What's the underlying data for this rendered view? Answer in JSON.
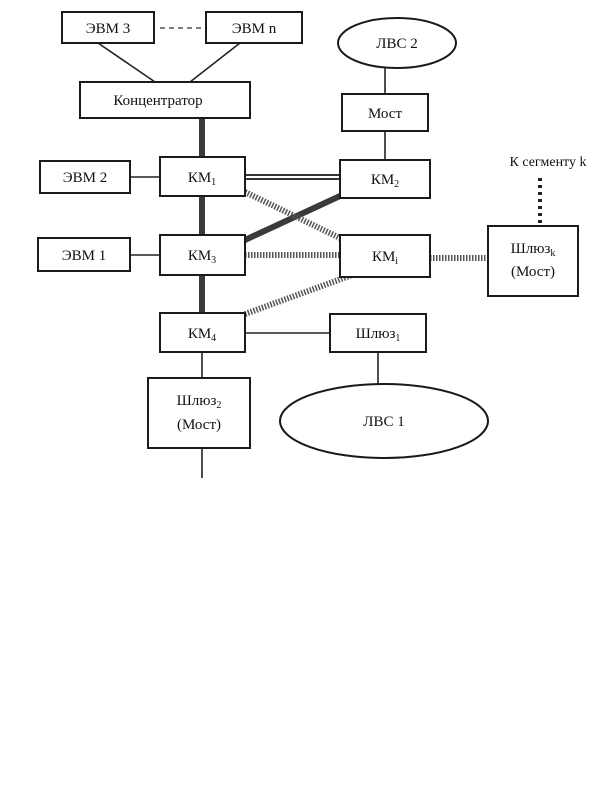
{
  "nodes": {
    "evm3": "ЭВМ 3",
    "evmn": "ЭВМ n",
    "lvs2": "ЛВС 2",
    "hub": "Концентратор",
    "most": "Мост",
    "k_segment": "К сегменту k",
    "evm2": "ЭВМ 2",
    "km1": {
      "base": "КМ",
      "sub": "1"
    },
    "km2": {
      "base": "КМ",
      "sub": "2"
    },
    "evm1": "ЭВМ 1",
    "km3": {
      "base": "КМ",
      "sub": "3"
    },
    "kmi": {
      "base": "КМ",
      "sub": "i"
    },
    "gwk": {
      "base": "Шлюз",
      "sub": "k",
      "line2": "(Мост)"
    },
    "km4": {
      "base": "КМ",
      "sub": "4"
    },
    "gw1": {
      "base": "Шлюз",
      "sub": "1"
    },
    "gw2": {
      "base": "Шлюз",
      "sub": "2",
      "line2": "(Мост)"
    },
    "lvs1": "ЛВС 1"
  }
}
